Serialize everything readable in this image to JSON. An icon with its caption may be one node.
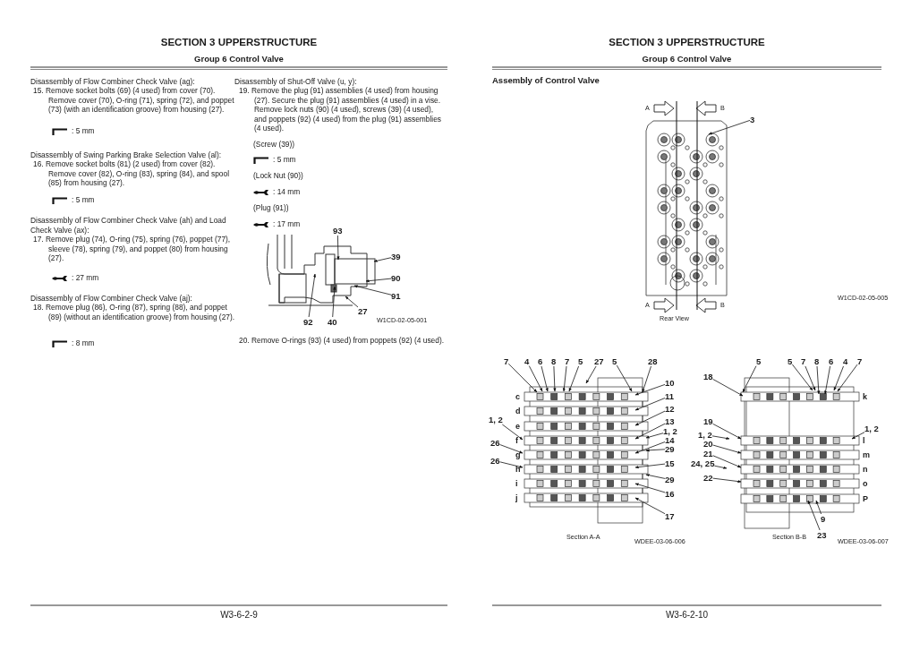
{
  "diagram": {
    "nodes": [
      {
        "text": [
          "93"
        ]
      },
      {
        "text": [
          "39"
        ]
      },
      {
        "text": [
          "90"
        ]
      },
      {
        "text": [
          "91"
        ]
      },
      {
        "text": [
          "27"
        ]
      },
      {
        "text": [
          "92"
        ]
      },
      {
        "text": [
          "40"
        ]
      },
      {
        "text": [
          "3"
        ]
      },
      {
        "text": [
          "7"
        ]
      },
      {
        "text": [
          "4"
        ]
      },
      {
        "text": [
          "6"
        ]
      },
      {
        "text": [
          "8"
        ]
      },
      {
        "text": [
          "7"
        ]
      },
      {
        "text": [
          "5"
        ]
      },
      {
        "text": [
          "27"
        ]
      },
      {
        "text": [
          "5"
        ]
      },
      {
        "text": [
          "28"
        ]
      },
      {
        "text": [
          "1, 2"
        ]
      },
      {
        "text": [
          "26"
        ]
      },
      {
        "text": [
          "26"
        ]
      },
      {
        "text": [
          "10"
        ]
      },
      {
        "text": [
          "11"
        ]
      },
      {
        "text": [
          "12"
        ]
      },
      {
        "text": [
          "13"
        ]
      },
      {
        "text": [
          "1, 2"
        ]
      },
      {
        "text": [
          "14"
        ]
      },
      {
        "text": [
          "29"
        ]
      },
      {
        "text": [
          "15"
        ]
      },
      {
        "text": [
          "29"
        ]
      },
      {
        "text": [
          "16"
        ]
      },
      {
        "text": [
          "17"
        ]
      },
      {
        "text": [
          "5"
        ]
      },
      {
        "text": [
          "5"
        ]
      },
      {
        "text": [
          "7"
        ]
      },
      {
        "text": [
          "8"
        ]
      },
      {
        "text": [
          "6"
        ]
      },
      {
        "text": [
          "4"
        ]
      },
      {
        "text": [
          "7"
        ]
      },
      {
        "text": [
          "18"
        ]
      },
      {
        "text": [
          "19"
        ]
      },
      {
        "text": [
          "1, 2"
        ]
      },
      {
        "text": [
          "20"
        ]
      },
      {
        "text": [
          "21"
        ]
      },
      {
        "text": [
          "24, 25"
        ]
      },
      {
        "text": [
          "22"
        ]
      },
      {
        "text": [
          "1, 2"
        ]
      },
      {
        "text": [
          "9"
        ]
      },
      {
        "text": [
          "23"
        ]
      },
      {
        "text": [],
        "shape": "picture"
      },
      {
        "text": [],
        "shape": "picture"
      },
      {
        "text": [],
        "shape": "picture"
      },
      {
        "text": [],
        "shape": "picture"
      }
    ],
    "edges": [
      {
        "from": 0,
        "to": 48,
        "arrow": "to"
      },
      {
        "from": 1,
        "to": 48,
        "arrow": "to"
      },
      {
        "from": 2,
        "to": 48,
        "arrow": "to"
      },
      {
        "from": 3,
        "to": 48,
        "arrow": "to"
      },
      {
        "from": 4,
        "to": 48,
        "arrow": "to"
      },
      {
        "from": 5,
        "to": 48,
        "arrow": "to"
      },
      {
        "from": 6,
        "to": 48,
        "arrow": "to"
      },
      {
        "from": 7,
        "to": 49,
        "arrow": "to"
      },
      {
        "from": 8,
        "to": 50,
        "arrow": "to"
      },
      {
        "from": 9,
        "to": 50,
        "arrow": "to"
      },
      {
        "from": 10,
        "to": 50,
        "arrow": "to"
      },
      {
        "from": 11,
        "to": 50,
        "arrow": "to"
      },
      {
        "from": 12,
        "to": 50,
        "arrow": "to"
      },
      {
        "from": 13,
        "to": 50,
        "arrow": "to"
      },
      {
        "from": 14,
        "to": 50,
        "arrow": "to"
      },
      {
        "from": 15,
        "to": 50,
        "arrow": "to"
      },
      {
        "from": 16,
        "to": 50,
        "arrow": "to"
      },
      {
        "from": 17,
        "to": 50,
        "arrow": "to"
      },
      {
        "from": 18,
        "to": 50,
        "arrow": "to"
      },
      {
        "from": 19,
        "to": 50,
        "arrow": "to"
      },
      {
        "from": 20,
        "to": 50,
        "arrow": "to"
      },
      {
        "from": 21,
        "to": 50,
        "arrow": "to"
      },
      {
        "from": 22,
        "to": 50,
        "arrow": "to"
      },
      {
        "from": 23,
        "to": 50,
        "arrow": "to"
      },
      {
        "from": 24,
        "to": 50,
        "arrow": "to"
      },
      {
        "from": 25,
        "to": 50,
        "arrow": "to"
      },
      {
        "from": 26,
        "to": 50,
        "arrow": "to"
      },
      {
        "from": 27,
        "to": 50,
        "arrow": "to"
      },
      {
        "from": 28,
        "to": 50,
        "arrow": "to"
      },
      {
        "from": 29,
        "to": 50,
        "arrow": "to"
      },
      {
        "from": 30,
        "to": 50,
        "arrow": "to"
      },
      {
        "from": 31,
        "to": 51,
        "arrow": "to"
      },
      {
        "from": 32,
        "to": 51,
        "arrow": "to"
      },
      {
        "from": 33,
        "to": 51,
        "arrow": "to"
      },
      {
        "from": 34,
        "to": 51,
        "arrow": "to"
      },
      {
        "from": 35,
        "to": 51,
        "arrow": "to"
      },
      {
        "from": 36,
        "to": 51,
        "arrow": "to"
      },
      {
        "from": 37,
        "to": 51,
        "arrow": "to"
      },
      {
        "from": 38,
        "to": 51,
        "arrow": "to"
      },
      {
        "from": 39,
        "to": 51,
        "arrow": "to"
      },
      {
        "from": 40,
        "to": 51,
        "arrow": "to"
      },
      {
        "from": 41,
        "to": 51,
        "arrow": "to"
      },
      {
        "from": 42,
        "to": 51,
        "arrow": "to"
      },
      {
        "from": 43,
        "to": 51,
        "arrow": "to"
      },
      {
        "from": 44,
        "to": 51,
        "arrow": "to"
      },
      {
        "from": 45,
        "to": 51,
        "arrow": "to"
      },
      {
        "from": 46,
        "to": 51,
        "arrow": "to"
      },
      {
        "from": 47,
        "to": 51,
        "arrow": "to"
      }
    ],
    "labels": [
      "SECTION 3 UPPERSTRUCTURE",
      "Group 6 Control Valve",
      "Disassembly of Flow Combiner Check Valve (ag):",
      "15. Remove socket bolts (69) (4 used) from cover (70). Remove cover (70), O-ring (71), spring (72), and poppet (73) (with an identification groove) from housing (27).",
      ": 5 mm",
      "Disassembly of Swing Parking Brake Selection Valve (al):",
      "16. Remove socket bolts (81) (2 used) from cover (82). Remove cover (82), O-ring (83), spring (84), and spool (85) from housing (27).",
      ": 5 mm",
      "Disassembly of Flow Combiner Check Valve (ah) and Load Check Valve (ax):",
      "17. Remove plug (74), O-ring (75), spring (76), poppet (77), sleeve (78), spring (79), and poppet (80) from housing (27).",
      ": 27 mm",
      "Disassembly of Flow Combiner Check Valve (aj):",
      "18. Remove plug (86), O-ring (87), spring (88), and poppet (89) (without an identification groove) from housing (27).",
      ": 8 mm",
      "Disassembly of Shut-Off Valve (u, y):",
      "19. Remove the plug (91) assemblies (4 used) from housing (27). Secure the plug (91) assemblies (4 used) in a vise. Remove lock nuts (90) (4 used), screws (39) (4 used), and poppets (92) (4 used) from the plug (91) assemblies (4 used).",
      "(Screw (39))",
      ": 5 mm",
      "(Lock Nut (90))",
      ": 14 mm",
      "(Plug (91))",
      ": 17 mm",
      "W1CD-02-05-001",
      "20. Remove O-rings (93) (4 used) from poppets (92) (4 used).",
      "W3-6-2-9",
      "SECTION 3 UPPERSTRUCTURE",
      "Group 6 Control Valve",
      "Assembly of Control Valve",
      "A",
      "B",
      "A",
      "B",
      "Rear View",
      "W1CD-02-05-005",
      "c",
      "d",
      "e",
      "f",
      "g",
      "h",
      "i",
      "j",
      "Section A-A",
      "WDEE-03-06-006",
      "k",
      "l",
      "m",
      "n",
      "o",
      "P",
      "Section B-B",
      "WDEE-03-06-007",
      "W3-6-2-10"
    ]
  }
}
